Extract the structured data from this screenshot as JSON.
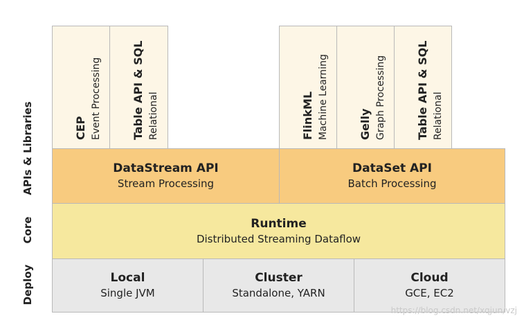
{
  "layers": {
    "apis_libraries": "APIs & Libraries",
    "core": "Core",
    "deploy": "Deploy"
  },
  "libraries_left": [
    {
      "title": "CEP",
      "subtitle": "Event Processing"
    },
    {
      "title": "Table API & SQL",
      "subtitle": "Relational"
    }
  ],
  "libraries_right": [
    {
      "title": "FlinkML",
      "subtitle": "Machine Learning"
    },
    {
      "title": "Gelly",
      "subtitle": "Graph Processing"
    },
    {
      "title": "Table API & SQL",
      "subtitle": "Relational"
    }
  ],
  "apis": [
    {
      "title": "DataStream API",
      "subtitle": "Stream Processing"
    },
    {
      "title": "DataSet API",
      "subtitle": "Batch Processing"
    }
  ],
  "runtime": {
    "title": "Runtime",
    "subtitle": "Distributed Streaming Dataflow"
  },
  "deploy": [
    {
      "title": "Local",
      "subtitle": "Single JVM"
    },
    {
      "title": "Cluster",
      "subtitle": "Standalone, YARN"
    },
    {
      "title": "Cloud",
      "subtitle": "GCE, EC2"
    }
  ],
  "watermark": "https://blog.csdn.net/xqjun/vzj",
  "colors": {
    "library_fill": "#fdf6e6",
    "api_fill": "#f8cb7f",
    "core_fill": "#f6e89e",
    "deploy_fill": "#e8e8e8",
    "border": "#b9b9b9"
  }
}
